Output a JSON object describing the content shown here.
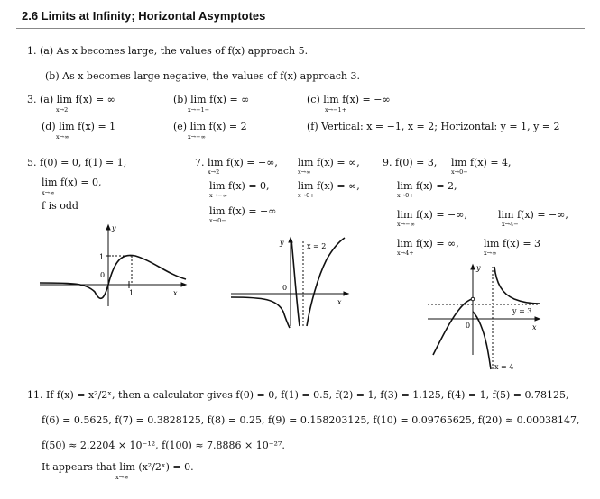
{
  "header": {
    "title": "2.6   Limits at Infinity; Horizontal Asymptotes"
  },
  "problem1": {
    "a": "1.  (a) As x becomes large, the values of f(x) approach 5.",
    "b": "(b) As x becomes large negative, the values of f(x) approach 3."
  },
  "problem3": {
    "a": "3.  (a) lim f(x) = ∞",
    "a_sub": "x→2",
    "b": "(b)   lim   f(x) = ∞",
    "b_sub": "x→−1−",
    "c": "(c)   lim   f(x) = −∞",
    "c_sub": "x→−1+",
    "d": "(d)  lim  f(x) = 1",
    "d_sub": "x→∞",
    "e": "(e)  lim  f(x) = 2",
    "e_sub": "x→−∞",
    "f": "(f) Vertical: x = −1, x = 2; Horizontal: y = 1, y = 2"
  },
  "problem5": {
    "l1": "5.  f(0) = 0,   f(1) = 1,",
    "l2": "lim  f(x) = 0,",
    "l2_sub": "x→∞",
    "l3": "f is odd"
  },
  "problem7": {
    "l1a": "7.  lim f(x) = −∞,",
    "l1a_sub": "x→2",
    "l1b": "lim  f(x) = ∞,",
    "l1b_sub": "x→∞",
    "l2a": "lim   f(x) = 0,",
    "l2a_sub": "x→−∞",
    "l2b": "lim  f(x) = ∞,",
    "l2b_sub": "x→0+",
    "l3": "lim  f(x) = −∞",
    "l3_sub": "x→0−"
  },
  "problem9": {
    "l1a": "9.  f(0) = 3,",
    "l1b": "lim  f(x) = 4,",
    "l1b_sub": "x→0−",
    "l2": "lim  f(x) = 2,",
    "l2_sub": "x→0+",
    "l3a": "lim   f(x) = −∞,",
    "l3a_sub": "x→−∞",
    "l3b": "lim   f(x) = −∞,",
    "l3b_sub": "x→4−",
    "l4a": "lim  f(x) = ∞,",
    "l4a_sub": "x→4+",
    "l4b": "lim  f(x) = 3",
    "l4b_sub": "x→∞"
  },
  "graphs": {
    "g5": {
      "y": "y",
      "x": "x",
      "one_y": "1",
      "zero": "0",
      "one_x": "1"
    },
    "g7": {
      "y": "y",
      "x": "x",
      "zero": "0",
      "asym": "x = 2"
    },
    "g9": {
      "y": "y",
      "x": "x",
      "zero": "0",
      "h_asym": "y = 3",
      "v_asym": "x = 4"
    }
  },
  "problem11": {
    "l1": "11.  If f(x) = x²/2ˣ, then a calculator gives f(0) = 0, f(1) = 0.5, f(2) = 1, f(3) = 1.125, f(4) = 1, f(5) = 0.78125,",
    "l2": "f(6) = 0.5625, f(7) = 0.3828125, f(8) = 0.25, f(9) = 0.158203125, f(10) = 0.09765625, f(20) ≈ 0.00038147,",
    "l3": "f(50) ≈ 2.2204 × 10⁻¹², f(100) ≈ 7.8886 × 10⁻²⁷.",
    "l4": "It appears that  lim  (x²/2ˣ) = 0.",
    "l4_sub": "x→∞"
  }
}
